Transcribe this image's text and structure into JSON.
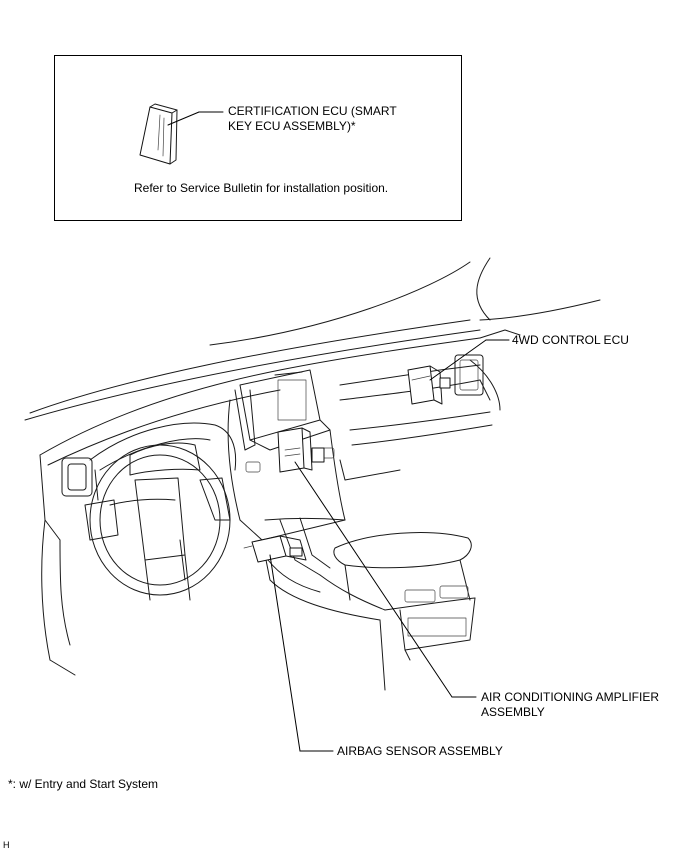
{
  "inset": {
    "ecu_label_line1": "CERTIFICATION ECU (SMART",
    "ecu_label_line2": "KEY ECU ASSEMBLY)*",
    "note": "Refer to Service Bulletin for installation position."
  },
  "labels": {
    "fourwd": "4WD CONTROL ECU",
    "ac_line1": "AIR CONDITIONING AMPLIFIER",
    "ac_line2": "ASSEMBLY",
    "airbag": "AIRBAG SENSOR ASSEMBLY"
  },
  "footnote": "*: w/ Entry and Start System",
  "corner_mark": "H"
}
